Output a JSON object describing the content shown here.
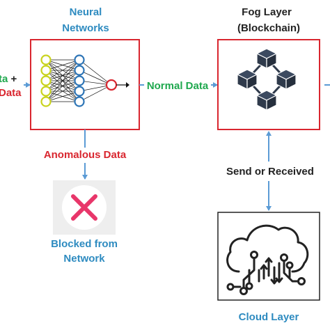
{
  "labels": {
    "neural_title_1": "Neural",
    "neural_title_2": "Networks",
    "fog_title_1": "Fog Layer",
    "fog_title_2": "(Blockchain)",
    "input_line_1": "ta +",
    "input_line_2": "Data",
    "normal_data": "Normal Data",
    "anomalous_data": "Anomalous Data",
    "blocked_1": "Blocked from",
    "blocked_2": "Network",
    "send_received": "Send or Received",
    "cloud_layer": "Cloud Layer"
  },
  "colors": {
    "title_blue": "#2e8bc0",
    "box_red": "#d9262f",
    "normal_green": "#1fa84e",
    "anomalous_red": "#d9262f",
    "arrow_blue": "#5b9bd5",
    "cube_dark": "#2f3a4b",
    "input_green": "#1fa84e",
    "input_red": "#d9262f",
    "node_yellow": "#c9d31e",
    "node_blue": "#2e75b6",
    "output_red": "#d9262f",
    "icon_pink": "#e8366a",
    "icon_bg": "#eeeeee",
    "cloud_dark": "#222222"
  },
  "icons": {
    "neural_network": "neural-network-icon",
    "blockchain": "blockchain-cubes-icon",
    "blocked": "x-mark-icon",
    "cloud": "cloud-computing-icon"
  }
}
